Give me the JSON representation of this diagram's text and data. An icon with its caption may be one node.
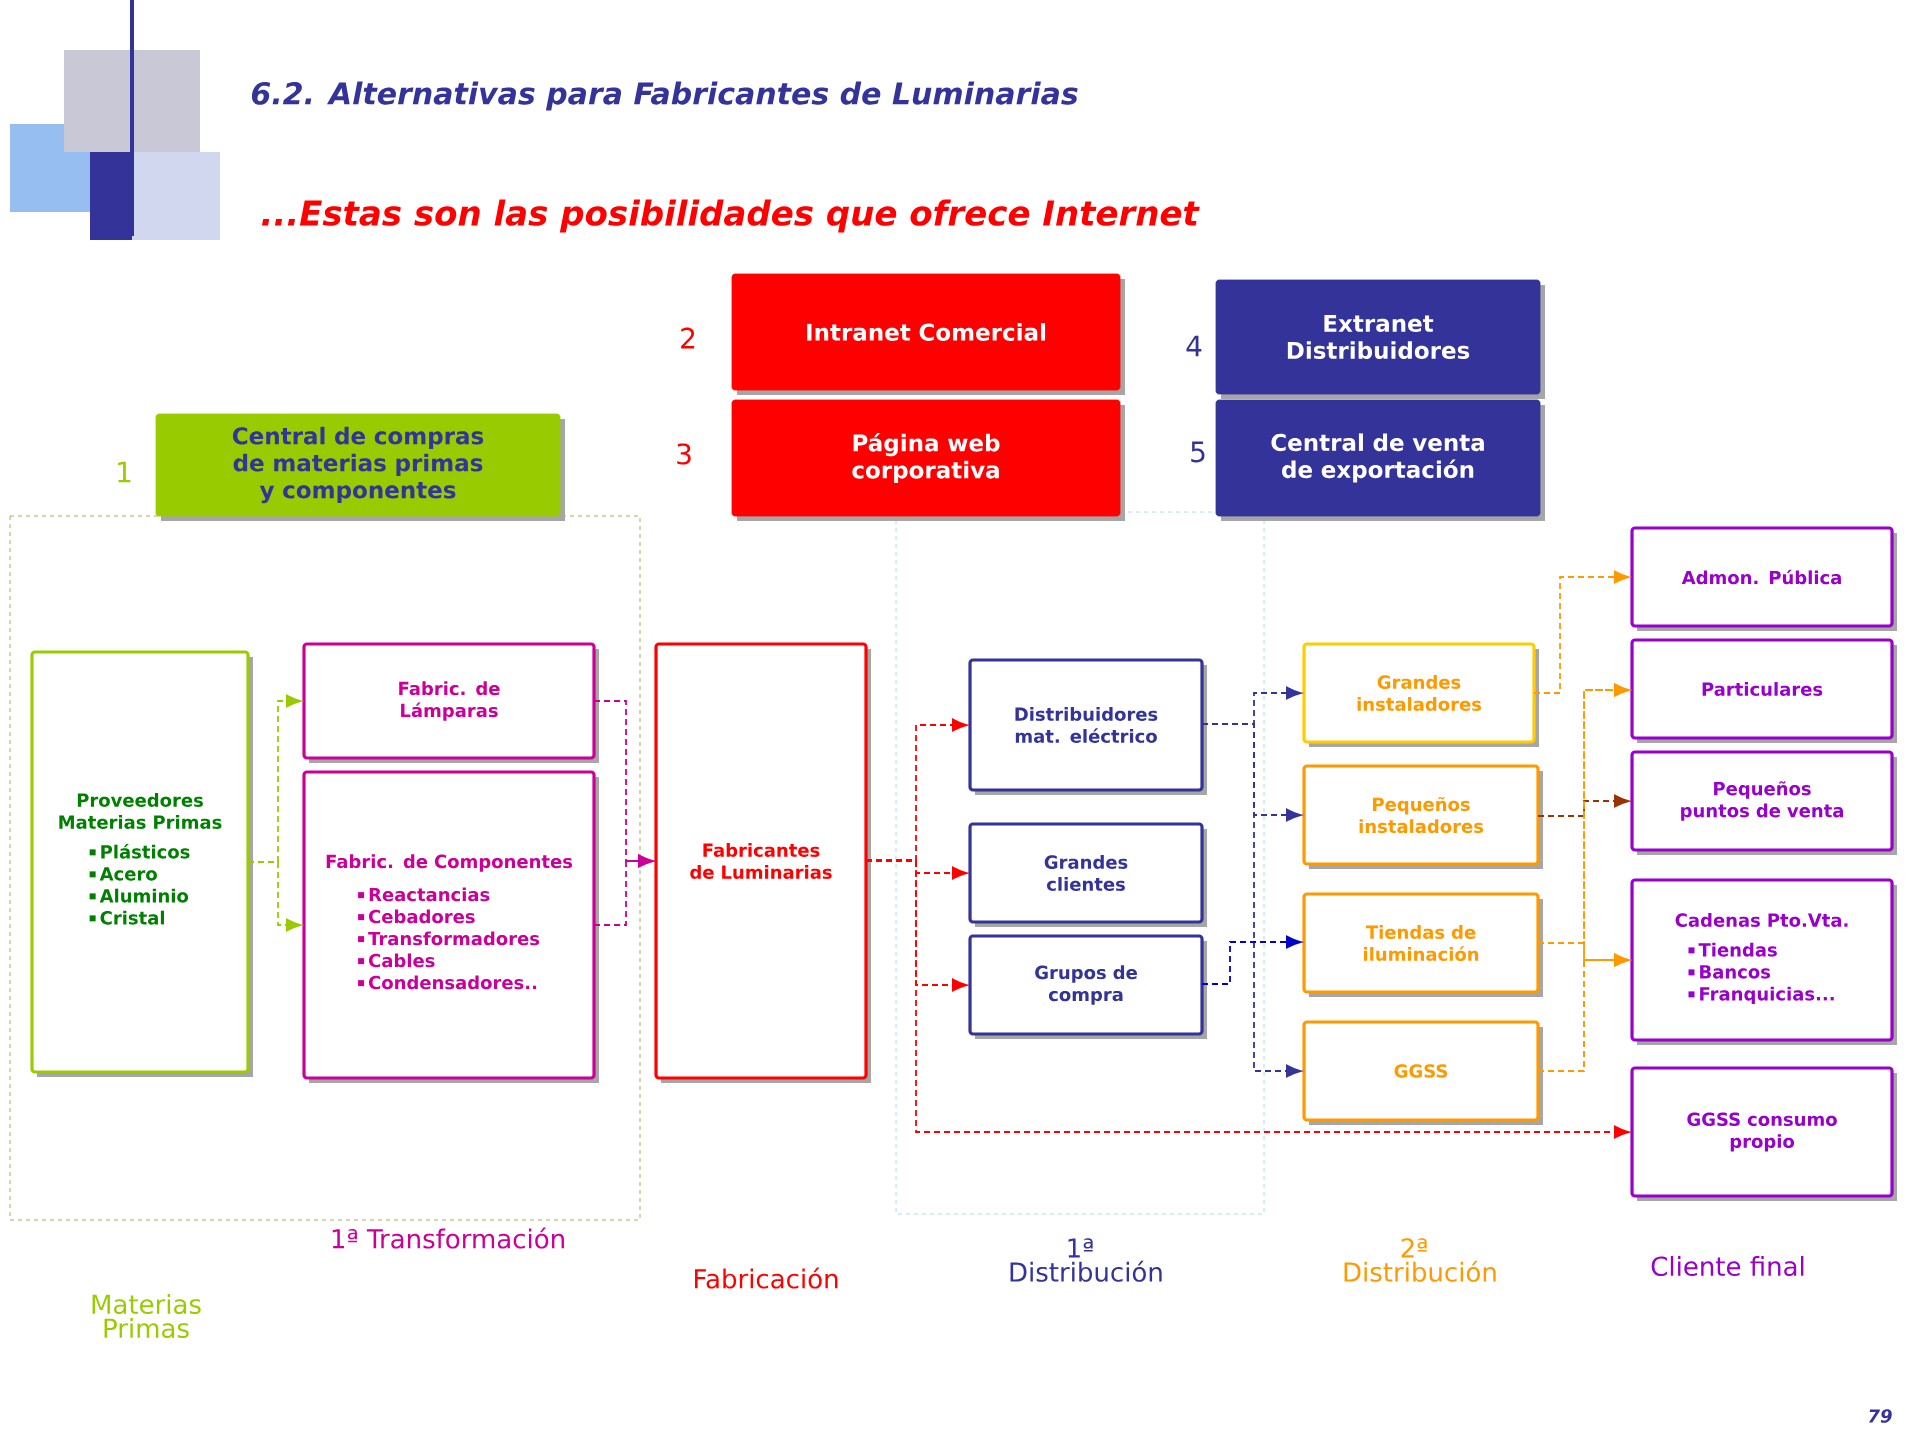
{
  "diagram": {
    "title": "6.2. Alternativas para Fabricantes de Luminarias",
    "nodes": [
      {
        "text": [
          "Central de compras de materias primas y componentes"
        ],
        "beside": [
          "1"
        ]
      },
      {
        "text": [
          "Intranet Comercial"
        ],
        "beside": [
          "2"
        ]
      },
      {
        "text": [
          "Página web corporativa"
        ],
        "beside": [
          "3"
        ]
      },
      {
        "text": [
          "Extranet Distribuidores"
        ],
        "beside": [
          "4"
        ]
      },
      {
        "text": [
          "Central de venta de exportación"
        ],
        "beside": [
          "5"
        ]
      },
      {
        "text": [
          "Proveedores Materias Primas",
          "Plásticos",
          "Acero",
          "Aluminio",
          "Cristal"
        ]
      },
      {
        "text": [
          "Fabric. de Lámparas"
        ]
      },
      {
        "text": [
          "Fabric. de Componentes",
          "Reactancias",
          "Cebadores",
          "Transformadores",
          "Cables",
          "Condensadores.."
        ]
      },
      {
        "text": [
          "Fabricantes de Luminarias"
        ]
      },
      {
        "text": [
          "Distribuidores mat. eléctrico"
        ]
      },
      {
        "text": [
          "Grandes clientes"
        ]
      },
      {
        "text": [
          "Grupos de compra"
        ]
      },
      {
        "text": [
          "Grandes instaladores"
        ]
      },
      {
        "text": [
          "Pequeños instaladores"
        ]
      },
      {
        "text": [
          "Tiendas de iluminación"
        ]
      },
      {
        "text": [
          "GGSS"
        ]
      },
      {
        "text": [
          "Admon. Pública"
        ]
      },
      {
        "text": [
          "Particulares"
        ]
      },
      {
        "text": [
          "Pequeños puntos de venta"
        ]
      },
      {
        "text": [
          "Cadenas Pto.Vta.",
          "Tiendas",
          "Bancos",
          "Franquicias..."
        ]
      },
      {
        "text": [
          "GGSS consumo propio"
        ]
      }
    ],
    "edges": [
      {
        "from": 5,
        "to": 6,
        "arrow": "to",
        "style": "dashed",
        "color": "#99cc00"
      },
      {
        "from": 5,
        "to": 7,
        "arrow": "to",
        "style": "dashed",
        "color": "#99cc00"
      },
      {
        "from": 6,
        "to": 8,
        "arrow": "to",
        "style": "dashed",
        "color": "#cc0099"
      },
      {
        "from": 7,
        "to": 8,
        "arrow": "to",
        "style": "dashed",
        "color": "#cc0099"
      },
      {
        "from": 8,
        "to": 9,
        "arrow": "to",
        "style": "dashed",
        "color": "#ff0000"
      },
      {
        "from": 8,
        "to": 10,
        "arrow": "to",
        "style": "dashed",
        "color": "#ff0000"
      },
      {
        "from": 8,
        "to": 11,
        "arrow": "to",
        "style": "dashed",
        "color": "#ff0000"
      },
      {
        "from": 8,
        "to": 20,
        "arrow": "to",
        "style": "dashed",
        "color": "#ff0000"
      },
      {
        "from": 9,
        "to": 12,
        "arrow": "to",
        "style": "dashed",
        "color": "#333399"
      },
      {
        "from": 9,
        "to": 13,
        "arrow": "to",
        "style": "dashed",
        "color": "#333399"
      },
      {
        "from": 9,
        "to": 15,
        "arrow": "to",
        "style": "dashed",
        "color": "#333399"
      },
      {
        "from": 11,
        "to": 14,
        "arrow": "to",
        "style": "dashed",
        "color": "#0000cc"
      },
      {
        "from": 12,
        "to": 16,
        "arrow": "to",
        "style": "dashed",
        "color": "#ff9900"
      },
      {
        "from": 13,
        "to": 18,
        "arrow": "to",
        "style": "dashed",
        "color": "#993300"
      },
      {
        "from": 14,
        "to": 17,
        "arrow": "to",
        "style": "dashed",
        "color": "#ff9900"
      },
      {
        "from": 14,
        "to": 19,
        "arrow": "to",
        "style": "dashed",
        "color": "#ff9900"
      },
      {
        "from": 15,
        "to": 17,
        "arrow": "to",
        "style": "dashed",
        "color": "#ff9900"
      },
      {
        "from": 15,
        "to": 19,
        "arrow": "to",
        "style": "dashed",
        "color": "#ff9900"
      }
    ],
    "labels": [
      "...Estas son las posibilidades que ofrece Internet",
      "1ª Transformación",
      "Materias Primas",
      "Fabricación",
      "1ª Distribución",
      "2ª Distribución",
      "Cliente final",
      "79"
    ]
  }
}
